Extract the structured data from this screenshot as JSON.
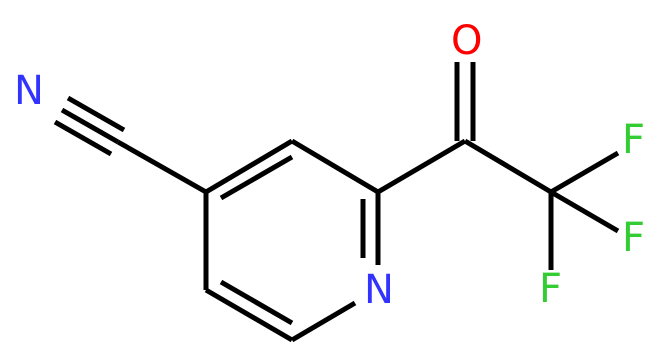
{
  "molecule": {
    "atoms": {
      "nitrile_n": {
        "symbol": "N",
        "color": "#3333ff"
      },
      "ring_n": {
        "symbol": "N",
        "color": "#3333ff"
      },
      "carbonyl_o": {
        "symbol": "O",
        "color": "#ff0000"
      },
      "f1": {
        "symbol": "F",
        "color": "#33cc33"
      },
      "f2": {
        "symbol": "F",
        "color": "#33cc33"
      },
      "f3": {
        "symbol": "F",
        "color": "#33cc33"
      }
    },
    "bond_color": "#000000"
  }
}
